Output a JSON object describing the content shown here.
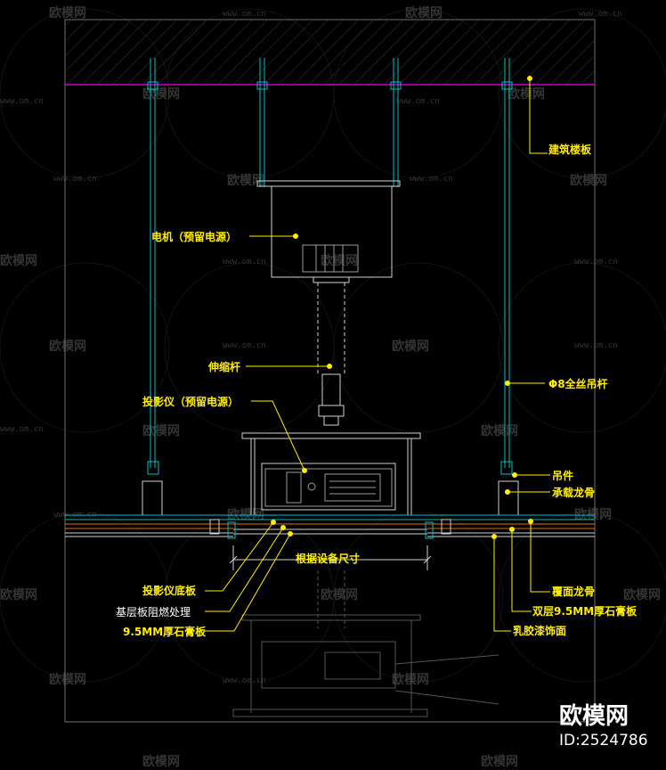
{
  "labels": {
    "floor_slab": "建筑楼板",
    "motor": "电机（预留电源）",
    "telescopic_rod": "伸缩杆",
    "projector": "投影仪（预留电源）",
    "hanger_rod": "Φ8全丝吊杆",
    "hanger": "吊件",
    "main_keel": "承载龙骨",
    "size_note": "根据设备尺寸",
    "projector_base": "投影仪底板",
    "fireproof_base": "基层板阻燃处理",
    "gypsum_single": "9.5MM厚石膏板",
    "cover_keel": "覆面龙骨",
    "gypsum_double": "双层9.5MM厚石膏板",
    "latex_paint": "乳胶漆饰面"
  },
  "watermark": {
    "brand": "欧模网",
    "site": "www.om.cn",
    "id": "ID:2524786"
  },
  "colors": {
    "background": "#000000",
    "label": "#ffee00",
    "frame": "#cfcfcf",
    "slab_line": "#c800c8",
    "rod": "#00c0c0"
  }
}
